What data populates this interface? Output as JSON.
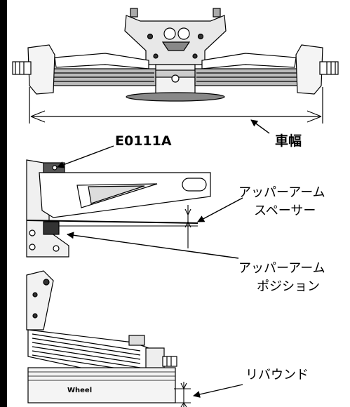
{
  "diagram": {
    "title": "",
    "labels": {
      "track_width": "車幅",
      "part_number": "E0111A",
      "upper_arm_spacer_line1": "アッパーアーム",
      "upper_arm_spacer_line2": "スペーサー",
      "upper_arm_position_line1": "アッパーアーム",
      "upper_arm_position_line2": "ポジション",
      "rebound": "リバウンド",
      "wheel": "Wheel"
    }
  },
  "colors": {
    "ink": "#000000",
    "paper": "#ffffff",
    "shade": "#cfcfcf",
    "dark": "#555555"
  }
}
